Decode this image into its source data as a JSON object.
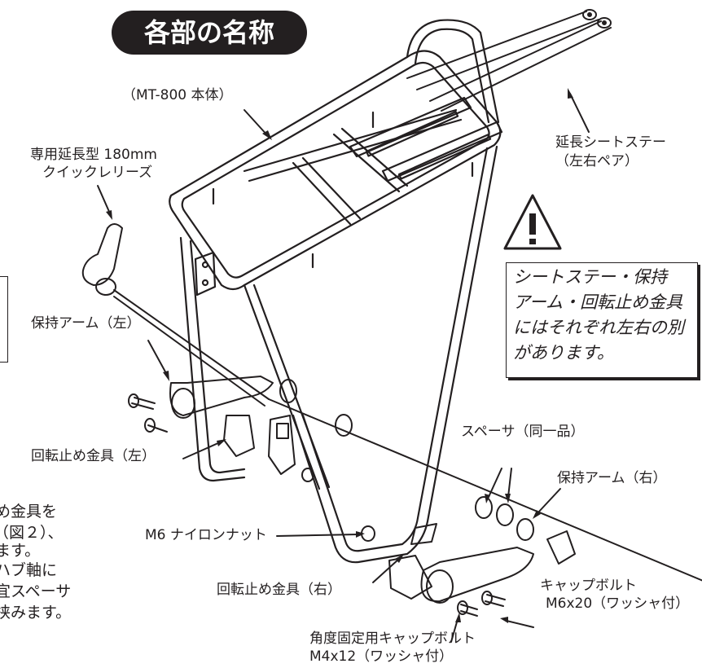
{
  "title": "各部の名称",
  "labels": {
    "main_body": "（MT-800 本体）",
    "qr_line1": "専用延長型 180mm",
    "qr_line2": "クイックレリーズ",
    "seatstay_line1": "延長シートステー",
    "seatstay_line2": "（左右ペア）",
    "arm_left": "保持アーム（左）",
    "stop_left": "回転止め金具（左）",
    "spacer": "スペーサ（同一品）",
    "arm_right": "保持アーム（右）",
    "nylon_nut": "M6 ナイロンナット",
    "cap_bolt_line1": "キャップボルト",
    "cap_bolt_line2": "M6x20（ワッシャ付）",
    "stop_right": "回転止め金具（右）",
    "angle_bolt_line1": "角度固定用キャップボルト",
    "angle_bolt_line2": "M4x12（ワッシャ付）"
  },
  "warning": {
    "icon": "warning-triangle-icon",
    "lines": [
      "シートステー・保持",
      "アーム・回転止め金具",
      "にはそれぞれ左右の別",
      "があります。"
    ]
  },
  "body_text_fragments": [
    "め金具を",
    "（図２）、",
    "ます。",
    "ハブ軸に",
    "宜スペーサ",
    "挟みます。"
  ]
}
